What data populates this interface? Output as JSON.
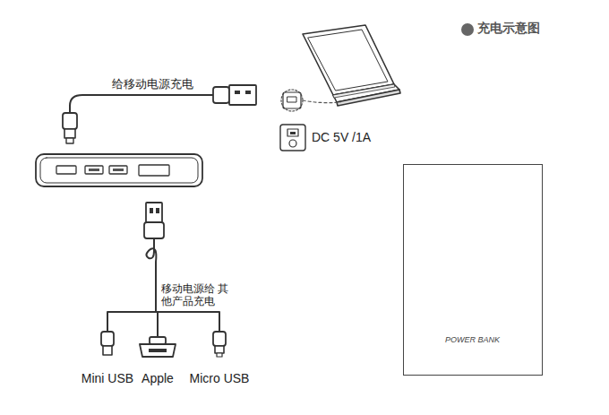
{
  "diagram": {
    "nodes": [
      {
        "text": [
          "POWER BANK"
        ]
      }
    ],
    "labels": [
      "充电示意图",
      "DC 5V /1A",
      "给移动电源充电",
      "移动电源给 其他产品充电",
      "Mini USB",
      "Apple",
      "Micro USB"
    ]
  }
}
